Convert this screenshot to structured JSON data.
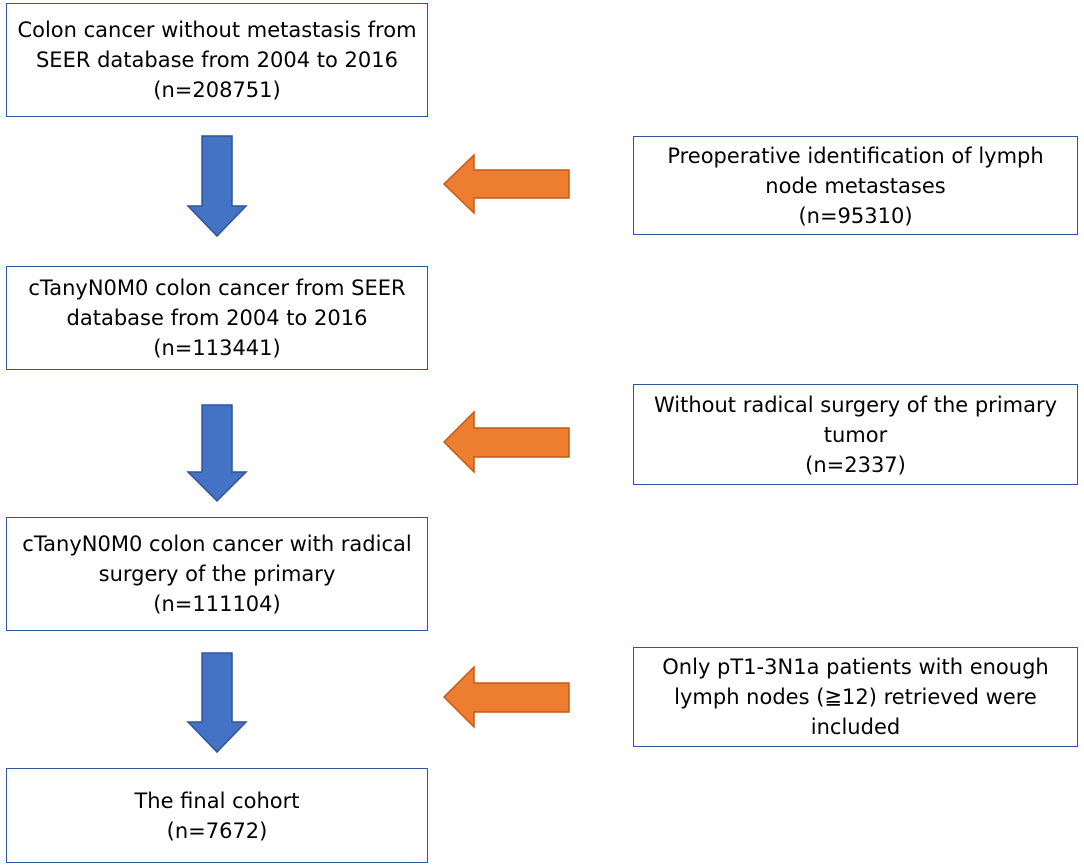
{
  "flow": {
    "steps": [
      {
        "lines": [
          "Colon cancer without metastasis from",
          "SEER database from 2004 to 2016",
          "(n=208751)"
        ]
      },
      {
        "lines": [
          "cTanyN0M0 colon cancer from SEER",
          "database from 2004 to 2016",
          "(n=113441)"
        ]
      },
      {
        "lines": [
          "cTanyN0M0 colon cancer with radical",
          "surgery of the primary",
          "(n=111104)"
        ]
      },
      {
        "lines": [
          "The final cohort",
          "(n=7672)"
        ]
      }
    ],
    "exclusions": [
      {
        "lines": [
          "Preoperative identification of lymph",
          "node metastases",
          "(n=95310)"
        ]
      },
      {
        "lines": [
          "Without radical surgery of the primary",
          "tumor",
          "(n=2337)"
        ]
      },
      {
        "lines": [
          "Only pT1-3N1a patients with enough",
          "lymph nodes (≧12) retrieved were",
          "included"
        ]
      }
    ]
  },
  "colors": {
    "box_border": "#2f5597",
    "down_arrow_fill": "#4472c4",
    "down_arrow_stroke": "#2f5597",
    "left_arrow_fill": "#ed7d31",
    "left_arrow_stroke": "#c55a11"
  }
}
